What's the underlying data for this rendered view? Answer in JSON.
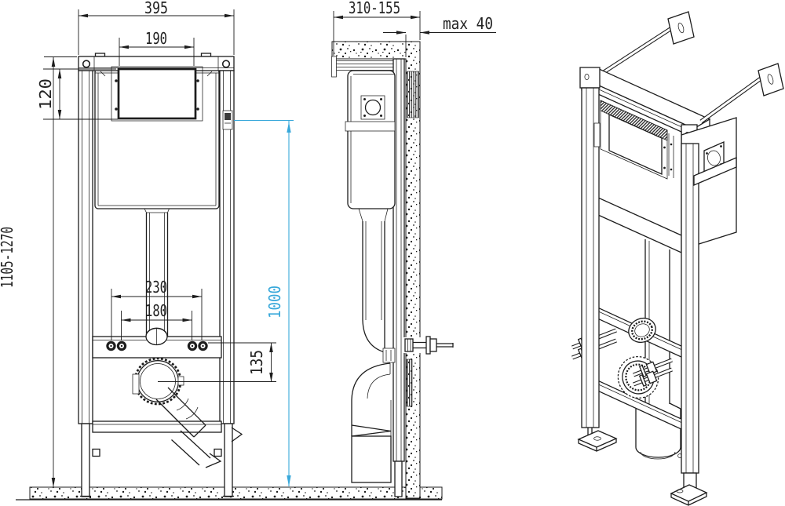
{
  "drawing": {
    "kind": "installation frame technical drawing",
    "colors": {
      "line": "#1d1d1d",
      "highlight": "#38a8da"
    }
  },
  "dimensions": {
    "front_width": "395",
    "flush_plate_width": "190",
    "flush_plate_height": "120",
    "frame_height_range": "1105-1270",
    "bolt_spacing_outer": "230",
    "bolt_spacing_inner": "180",
    "outlet_offset": "135",
    "flush_line_height": "1000",
    "mounting_depth_range": "310-155",
    "max_wall_covering": "max 40"
  }
}
